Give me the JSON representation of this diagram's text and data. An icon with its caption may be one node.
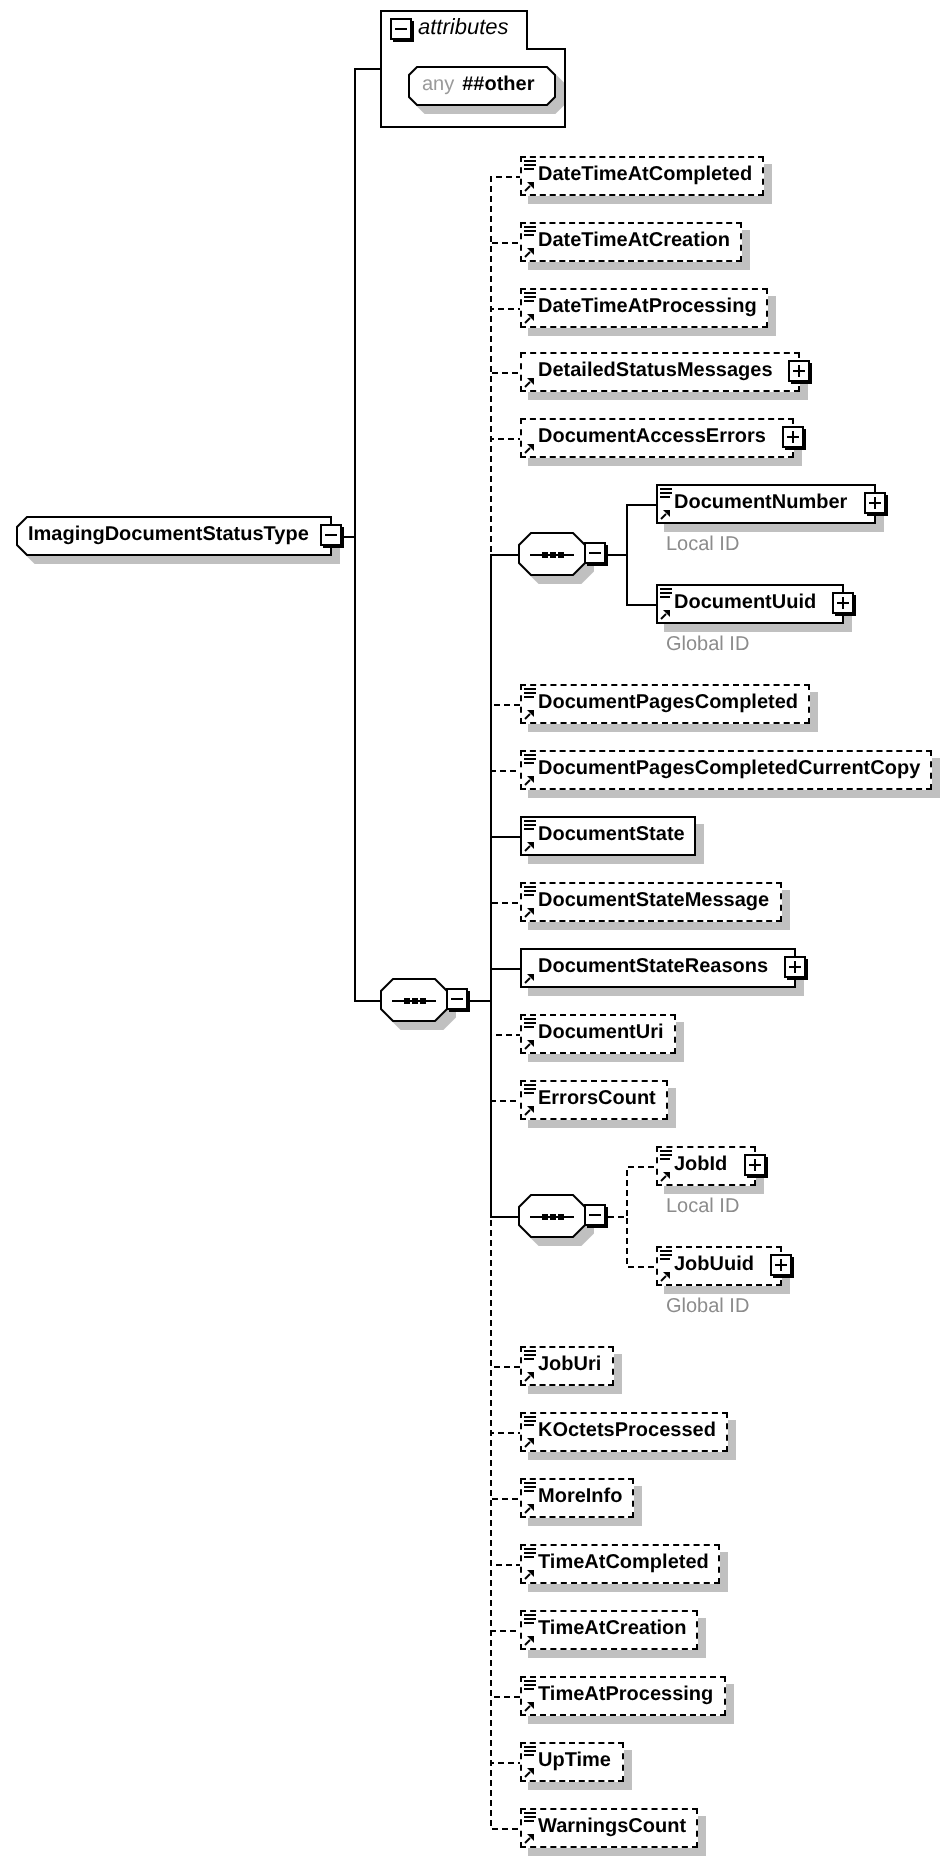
{
  "diagram": {
    "nodes": [
      {
        "text": [
          "ImagingDocumentStatusType"
        ]
      },
      {
        "text": [
          "attributes"
        ]
      },
      {
        "text": [
          "any",
          "##other"
        ],
        "in": 1
      },
      {
        "text": [],
        "shape": "octagon"
      },
      {
        "text": [
          "DateTimeAtCompleted"
        ]
      },
      {
        "text": [
          "DateTimeAtCreation"
        ]
      },
      {
        "text": [
          "DateTimeAtProcessing"
        ]
      },
      {
        "text": [
          "DetailedStatusMessages"
        ]
      },
      {
        "text": [
          "DocumentAccessErrors"
        ]
      },
      {
        "text": [],
        "shape": "octagon"
      },
      {
        "text": [
          "DocumentNumber"
        ],
        "beside": [
          "Local ID"
        ]
      },
      {
        "text": [
          "DocumentUuid"
        ],
        "beside": [
          "Global ID"
        ]
      },
      {
        "text": [
          "DocumentPagesCompleted"
        ]
      },
      {
        "text": [
          "DocumentPagesCompletedCurrentCopy"
        ]
      },
      {
        "text": [
          "DocumentState"
        ]
      },
      {
        "text": [
          "DocumentStateMessage"
        ]
      },
      {
        "text": [
          "DocumentStateReasons"
        ]
      },
      {
        "text": [
          "DocumentUri"
        ]
      },
      {
        "text": [
          "ErrorsCount"
        ]
      },
      {
        "text": [],
        "shape": "octagon"
      },
      {
        "text": [
          "JobId"
        ],
        "beside": [
          "Local ID"
        ]
      },
      {
        "text": [
          "JobUuid"
        ],
        "beside": [
          "Global ID"
        ]
      },
      {
        "text": [
          "JobUri"
        ]
      },
      {
        "text": [
          "KOctetsProcessed"
        ]
      },
      {
        "text": [
          "MoreInfo"
        ]
      },
      {
        "text": [
          "TimeAtCompleted"
        ]
      },
      {
        "text": [
          "TimeAtCreation"
        ]
      },
      {
        "text": [
          "TimeAtProcessing"
        ]
      },
      {
        "text": [
          "UpTime"
        ]
      },
      {
        "text": [
          "WarningsCount"
        ]
      }
    ],
    "edges": [
      {
        "from": 0,
        "to": 1,
        "arrow": "none"
      },
      {
        "from": 0,
        "to": 3,
        "arrow": "none"
      },
      {
        "from": 3,
        "to": 4,
        "arrow": "none",
        "style": "dashed"
      },
      {
        "from": 3,
        "to": 5,
        "arrow": "none",
        "style": "dashed"
      },
      {
        "from": 3,
        "to": 6,
        "arrow": "none",
        "style": "dashed"
      },
      {
        "from": 3,
        "to": 7,
        "arrow": "none",
        "style": "dashed"
      },
      {
        "from": 3,
        "to": 8,
        "arrow": "none",
        "style": "dashed"
      },
      {
        "from": 3,
        "to": 9,
        "arrow": "none"
      },
      {
        "from": 9,
        "to": 10,
        "arrow": "none"
      },
      {
        "from": 9,
        "to": 11,
        "arrow": "none"
      },
      {
        "from": 3,
        "to": 12,
        "arrow": "none",
        "style": "dashed"
      },
      {
        "from": 3,
        "to": 13,
        "arrow": "none",
        "style": "dashed"
      },
      {
        "from": 3,
        "to": 14,
        "arrow": "none"
      },
      {
        "from": 3,
        "to": 15,
        "arrow": "none",
        "style": "dashed"
      },
      {
        "from": 3,
        "to": 16,
        "arrow": "none"
      },
      {
        "from": 3,
        "to": 17,
        "arrow": "none",
        "style": "dashed"
      },
      {
        "from": 3,
        "to": 18,
        "arrow": "none",
        "style": "dashed"
      },
      {
        "from": 3,
        "to": 19,
        "arrow": "none"
      },
      {
        "from": 19,
        "to": 20,
        "arrow": "none",
        "style": "dashed"
      },
      {
        "from": 19,
        "to": 21,
        "arrow": "none",
        "style": "dashed"
      },
      {
        "from": 3,
        "to": 22,
        "arrow": "none",
        "style": "dashed"
      },
      {
        "from": 3,
        "to": 23,
        "arrow": "none",
        "style": "dashed"
      },
      {
        "from": 3,
        "to": 24,
        "arrow": "none",
        "style": "dashed"
      },
      {
        "from": 3,
        "to": 25,
        "arrow": "none",
        "style": "dashed"
      },
      {
        "from": 3,
        "to": 26,
        "arrow": "none",
        "style": "dashed"
      },
      {
        "from": 3,
        "to": 27,
        "arrow": "none",
        "style": "dashed"
      },
      {
        "from": 3,
        "to": 28,
        "arrow": "none",
        "style": "dashed"
      },
      {
        "from": 3,
        "to": 29,
        "arrow": "none",
        "style": "dashed"
      }
    ]
  }
}
